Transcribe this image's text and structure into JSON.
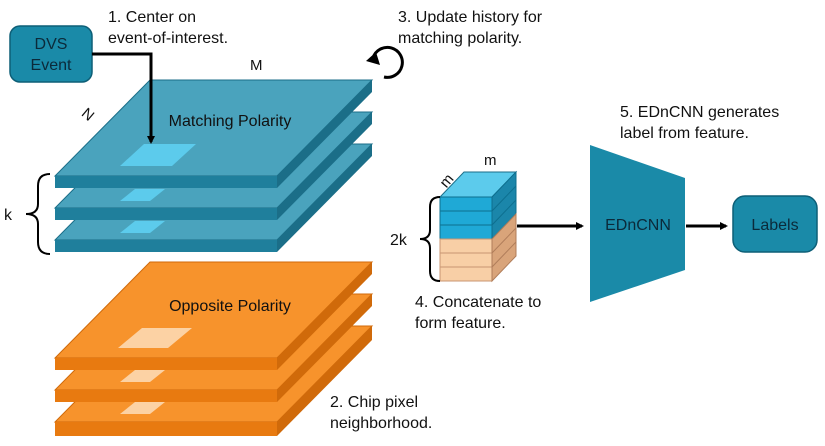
{
  "dvs_event": {
    "line1": "DVS",
    "line2": "Event"
  },
  "step1": {
    "line1": "1. Center on",
    "line2": "event-of-interest."
  },
  "step2": {
    "line1": "2. Chip pixel",
    "line2": "neighborhood."
  },
  "step3": {
    "line1": "3. Update history for",
    "line2": "matching polarity."
  },
  "step4": {
    "line1": "4. Concatenate to",
    "line2": "form feature."
  },
  "step5": {
    "line1": "5. EDnCNN generates",
    "line2": "label from feature."
  },
  "matching_polarity": "Matching Polarity",
  "opposite_polarity": "Opposite Polarity",
  "dims": {
    "M": "M",
    "N": "N",
    "k": "k",
    "m1": "m",
    "m2": "m",
    "two_k": "2k"
  },
  "network": "EDnCNN",
  "labels": "Labels",
  "colors": {
    "blue_top": "#4aa3bd",
    "blue_front": "#1f7f9c",
    "blue_side": "#1b6e88",
    "blue_patch": "#5ccbec",
    "orange_top": "#f7932c",
    "orange_front": "#e87a10",
    "orange_side": "#d06a0a",
    "orange_patch": "#fcd2a4",
    "net": "#1a8aa8"
  }
}
